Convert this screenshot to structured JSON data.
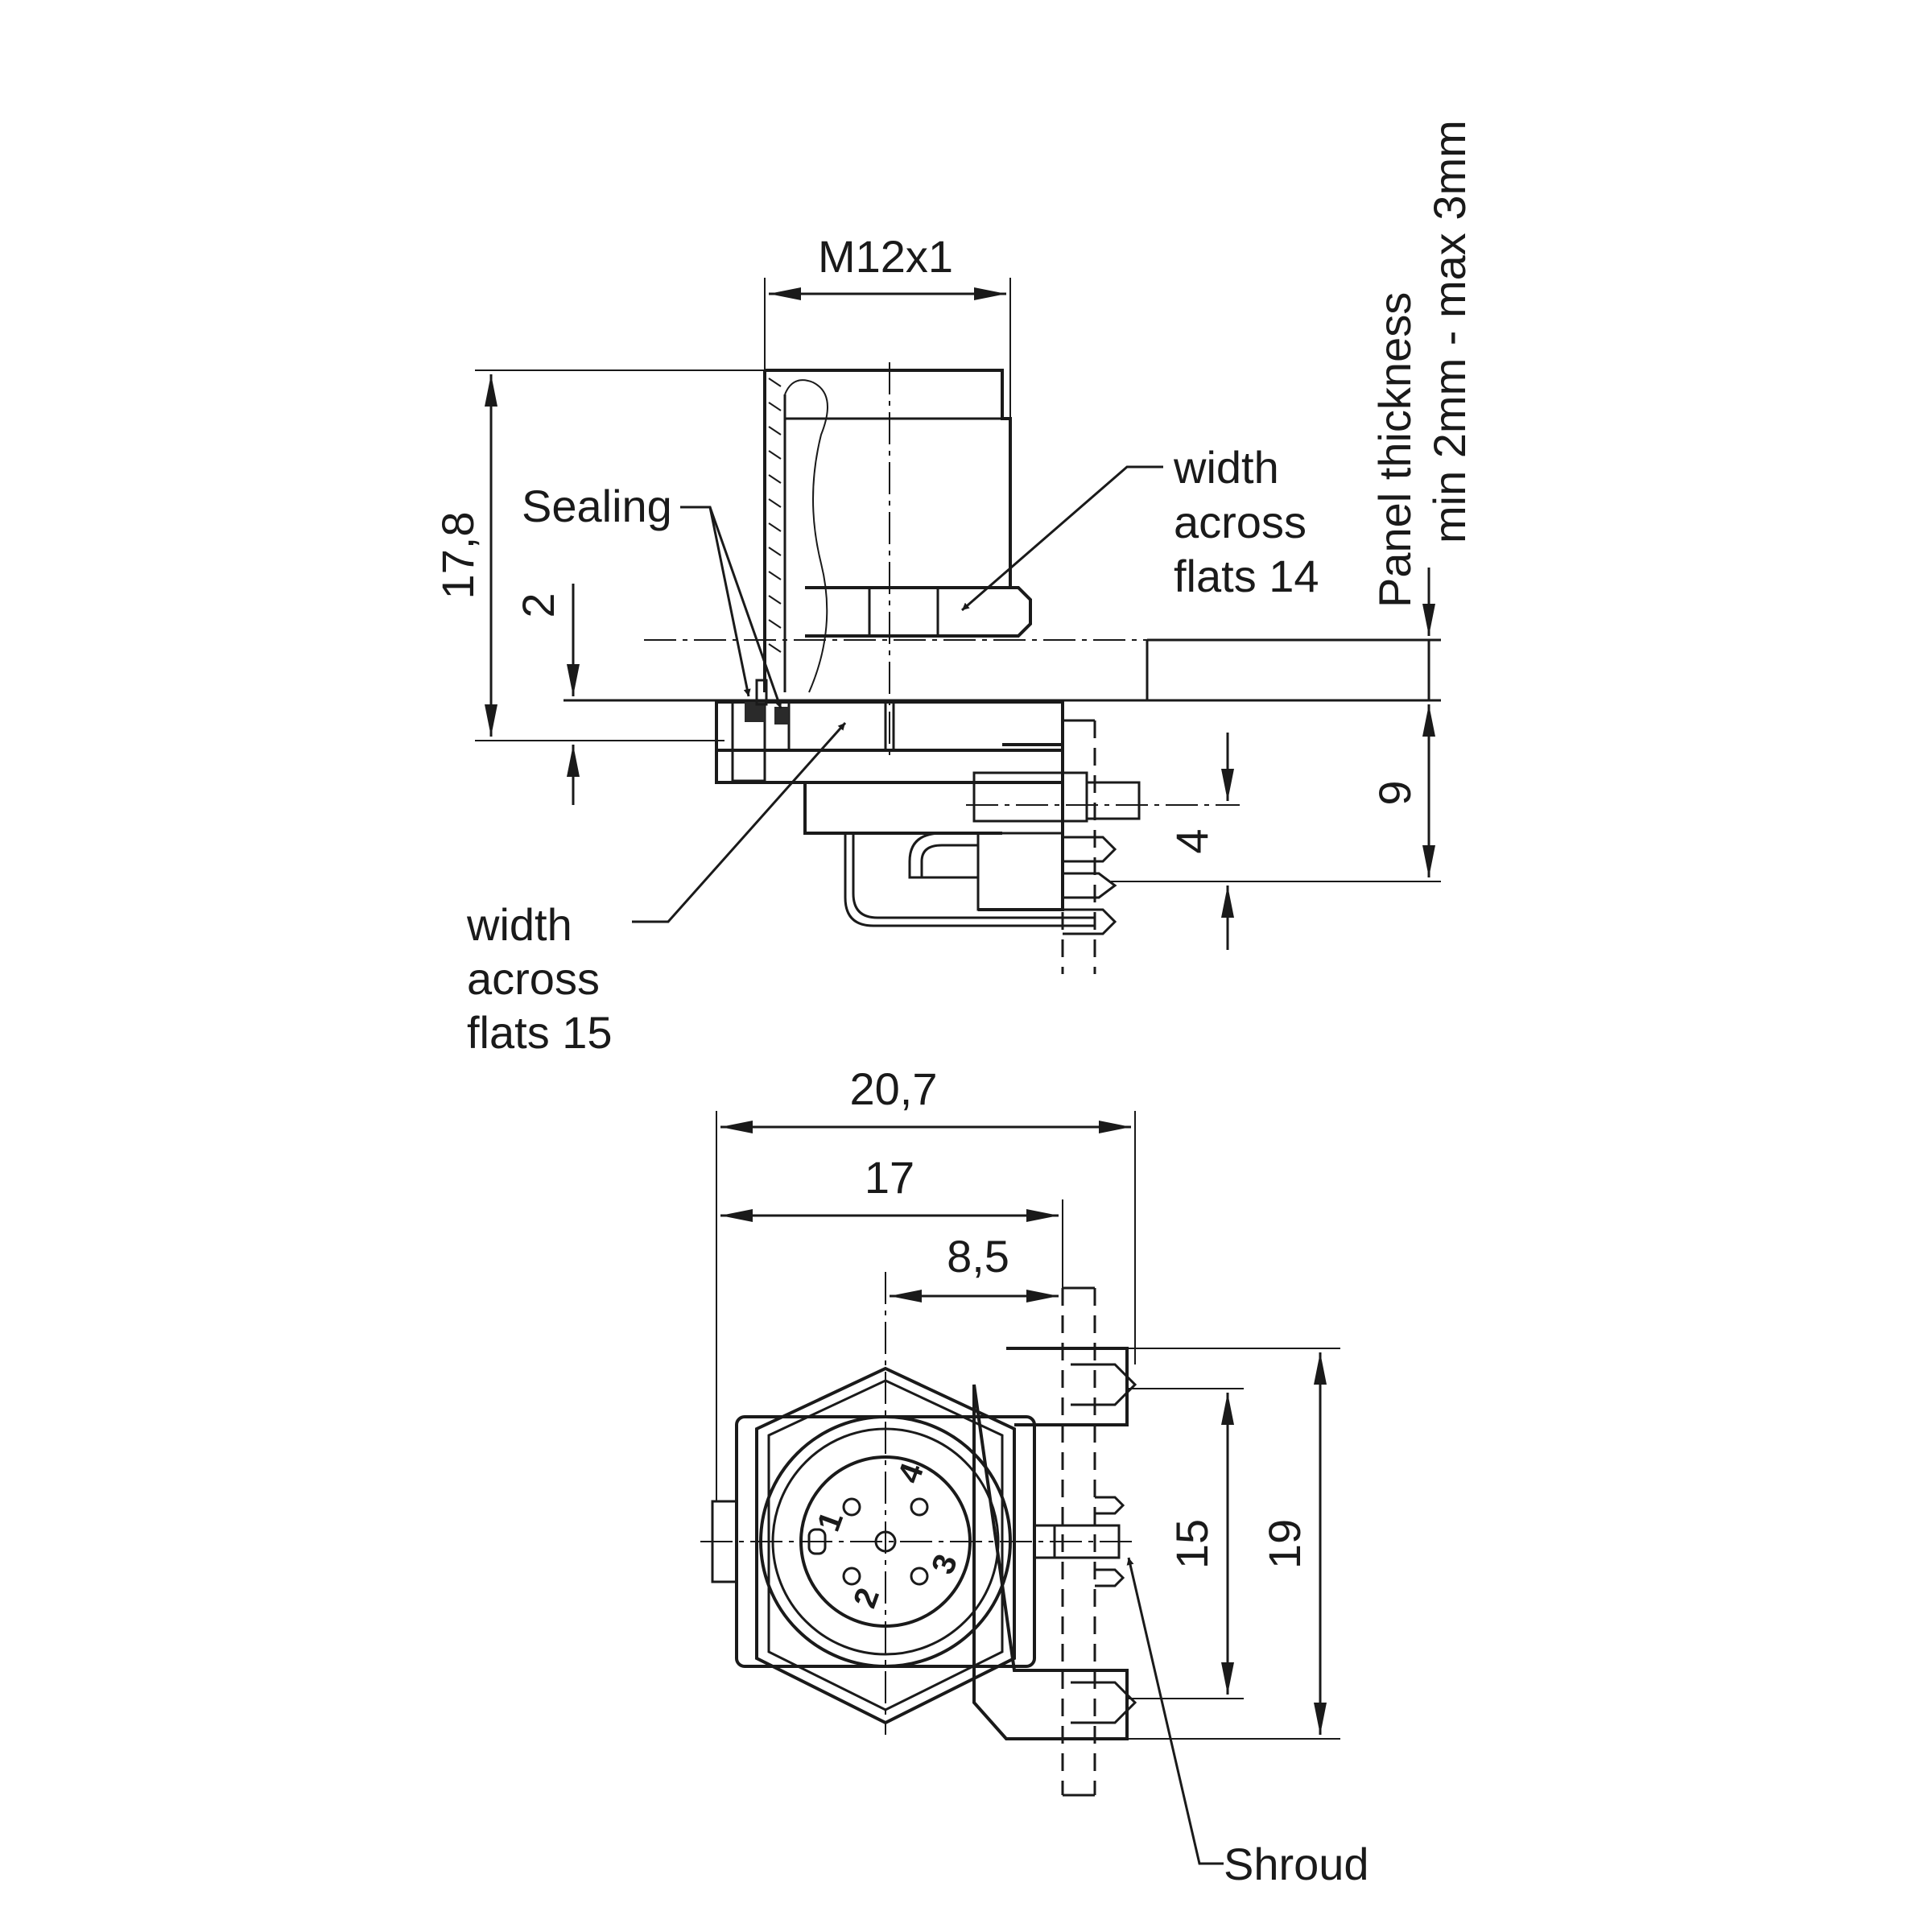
{
  "labels": {
    "thread": "M12x1",
    "height_total": "17,8",
    "height_2": "2",
    "sealing": "Sealing",
    "waf14_line1": "width",
    "waf14_line2": "across",
    "waf14_line3": "flats 14",
    "panel_line1": "Panel thickness",
    "panel_line2": "min 2mm - max 3mm",
    "dim_9": "9",
    "dim_4": "4",
    "waf15_line1": "width",
    "waf15_line2": "across",
    "waf15_line3": "flats 15",
    "dim_20_7": "20,7",
    "dim_17": "17",
    "dim_8_5": "8,5",
    "dim_15": "15",
    "dim_19": "19",
    "shroud": "Shroud",
    "pin_1": "1",
    "pin_2": "2",
    "pin_3": "3",
    "pin_4": "4"
  }
}
